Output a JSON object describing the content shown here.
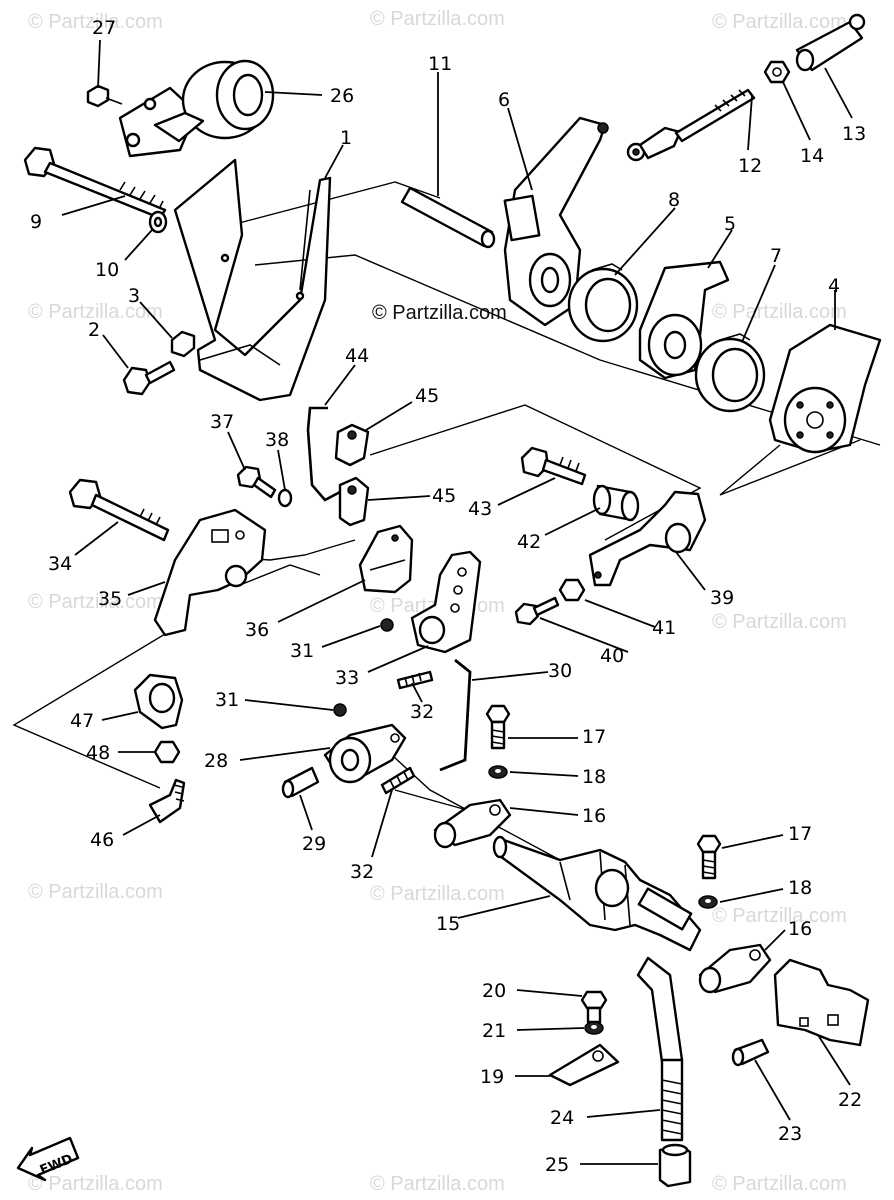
{
  "watermarks": {
    "corner_text": "© Partzilla.com",
    "center_text": "© Partzilla.com"
  },
  "fwd_label": "FWD",
  "callouts": [
    {
      "id": "27",
      "label": "27"
    },
    {
      "id": "26",
      "label": "26"
    },
    {
      "id": "1",
      "label": "1"
    },
    {
      "id": "11",
      "label": "11"
    },
    {
      "id": "6",
      "label": "6"
    },
    {
      "id": "12",
      "label": "12"
    },
    {
      "id": "14",
      "label": "14"
    },
    {
      "id": "13",
      "label": "13"
    },
    {
      "id": "9",
      "label": "9"
    },
    {
      "id": "10",
      "label": "10"
    },
    {
      "id": "8",
      "label": "8"
    },
    {
      "id": "5",
      "label": "5"
    },
    {
      "id": "7",
      "label": "7"
    },
    {
      "id": "4",
      "label": "4"
    },
    {
      "id": "3",
      "label": "3"
    },
    {
      "id": "2",
      "label": "2"
    },
    {
      "id": "44",
      "label": "44"
    },
    {
      "id": "45a",
      "label": "45"
    },
    {
      "id": "37",
      "label": "37"
    },
    {
      "id": "38",
      "label": "38"
    },
    {
      "id": "45b",
      "label": "45"
    },
    {
      "id": "43",
      "label": "43"
    },
    {
      "id": "42",
      "label": "42"
    },
    {
      "id": "34",
      "label": "34"
    },
    {
      "id": "35",
      "label": "35"
    },
    {
      "id": "36",
      "label": "36"
    },
    {
      "id": "39",
      "label": "39"
    },
    {
      "id": "41",
      "label": "41"
    },
    {
      "id": "31a",
      "label": "31"
    },
    {
      "id": "40",
      "label": "40"
    },
    {
      "id": "33",
      "label": "33"
    },
    {
      "id": "30",
      "label": "30"
    },
    {
      "id": "47",
      "label": "47"
    },
    {
      "id": "31b",
      "label": "31"
    },
    {
      "id": "32a",
      "label": "32"
    },
    {
      "id": "17a",
      "label": "17"
    },
    {
      "id": "48",
      "label": "48"
    },
    {
      "id": "28",
      "label": "28"
    },
    {
      "id": "18a",
      "label": "18"
    },
    {
      "id": "16a",
      "label": "16"
    },
    {
      "id": "46",
      "label": "46"
    },
    {
      "id": "29",
      "label": "29"
    },
    {
      "id": "17b",
      "label": "17"
    },
    {
      "id": "32b",
      "label": "32"
    },
    {
      "id": "18b",
      "label": "18"
    },
    {
      "id": "15",
      "label": "15"
    },
    {
      "id": "16b",
      "label": "16"
    },
    {
      "id": "20",
      "label": "20"
    },
    {
      "id": "21",
      "label": "21"
    },
    {
      "id": "19",
      "label": "19"
    },
    {
      "id": "22",
      "label": "22"
    },
    {
      "id": "24",
      "label": "24"
    },
    {
      "id": "23",
      "label": "23"
    },
    {
      "id": "25",
      "label": "25"
    }
  ]
}
